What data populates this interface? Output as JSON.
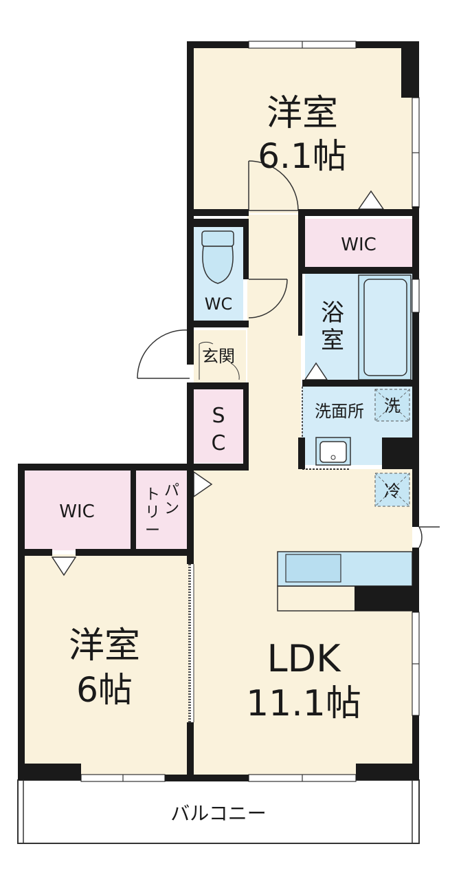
{
  "rooms": {
    "bedroom_north": {
      "name": "洋室",
      "size": "6.1帖"
    },
    "bedroom_south": {
      "name": "洋室",
      "size": "6帖"
    },
    "ldk": {
      "name": "LDK",
      "size": "11.1帖"
    },
    "wic_north": {
      "label": "WIC"
    },
    "wic_south": {
      "label": "WIC"
    },
    "wc": {
      "label": "WC"
    },
    "bath": {
      "label_1": "浴",
      "label_2": "室"
    },
    "entrance": {
      "label": "玄関"
    },
    "storage": {
      "label_1": "S",
      "label_2": "C"
    },
    "pantry": {
      "label_1": "パ",
      "label_2": "ン",
      "label_3": "ト",
      "label_4": "リ",
      "label_5": "ー"
    },
    "washroom": {
      "label": "洗面所"
    },
    "washer": {
      "label": "洗"
    },
    "fridge": {
      "label": "冷"
    },
    "balcony": {
      "label": "バルコニー"
    }
  },
  "colors": {
    "wall": "#1a1a1a",
    "floor_wood": "#faf2dc",
    "closet_pink": "#f8e2ec",
    "water_blue": "#d4ecf8",
    "fixture_blue": "#c6e6f4",
    "line": "#333333"
  }
}
